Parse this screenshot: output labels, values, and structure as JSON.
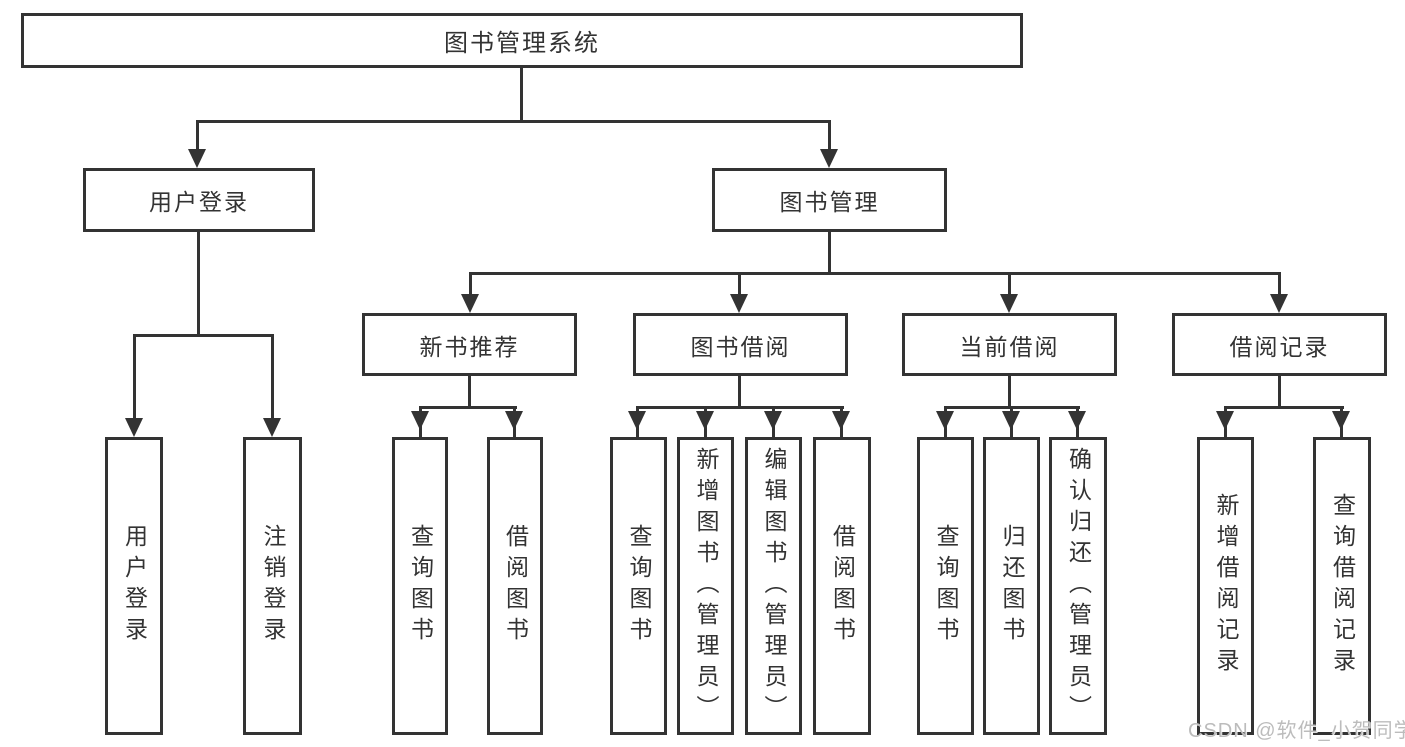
{
  "colors": {
    "line": "#333333",
    "text": "#333333",
    "box_background": "#ffffff",
    "page_background": "#ffffff",
    "watermark": "#bcbcbc"
  },
  "root": {
    "label": "图书管理系统"
  },
  "user_login": {
    "label": "用户登录",
    "children": [
      {
        "label": "用户登录"
      },
      {
        "label": "注销登录"
      }
    ]
  },
  "book_management": {
    "label": "图书管理",
    "sections": [
      {
        "label": "新书推荐",
        "children": [
          {
            "label": "查询图书"
          },
          {
            "label": "借阅图书"
          }
        ]
      },
      {
        "label": "图书借阅",
        "children": [
          {
            "label": "查询图书"
          },
          {
            "label": "新增图书（管理员）"
          },
          {
            "label": "编辑图书（管理员）"
          },
          {
            "label": "借阅图书"
          }
        ]
      },
      {
        "label": "当前借阅",
        "children": [
          {
            "label": "查询图书"
          },
          {
            "label": "归还图书"
          },
          {
            "label": "确认归还（管理员）"
          }
        ]
      },
      {
        "label": "借阅记录",
        "children": [
          {
            "label": "新增借阅记录"
          },
          {
            "label": "查询借阅记录"
          }
        ]
      }
    ]
  },
  "watermark": {
    "text": "CSDN @软件_小贺同学"
  }
}
